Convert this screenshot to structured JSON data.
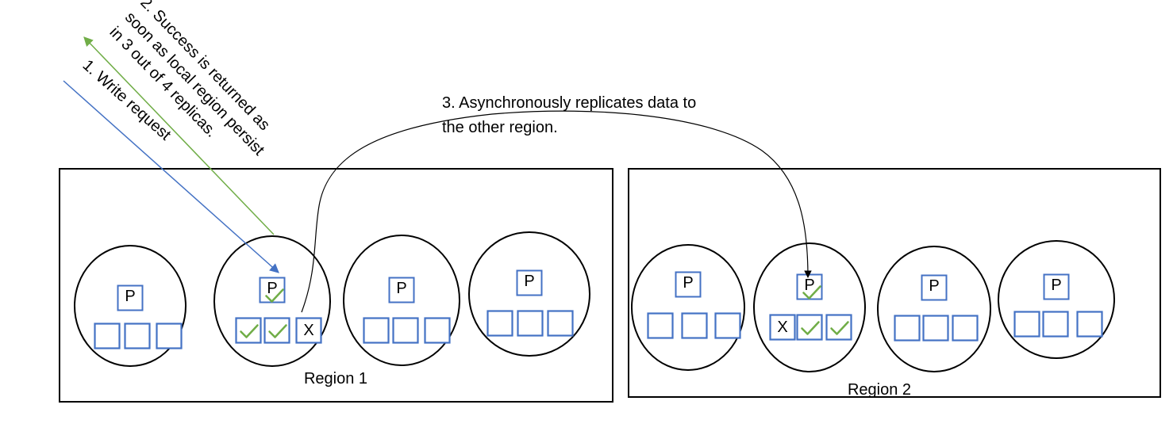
{
  "diagram": {
    "regions": [
      {
        "label": "Region 1",
        "nodes": [
          {
            "primary": "P",
            "primary_checked": false,
            "replicas": [
              {
                "mark": "none"
              },
              {
                "mark": "none"
              },
              {
                "mark": "none"
              }
            ]
          },
          {
            "primary": "P",
            "primary_checked": true,
            "replicas": [
              {
                "mark": "check"
              },
              {
                "mark": "check"
              },
              {
                "mark": "X"
              }
            ]
          },
          {
            "primary": "P",
            "primary_checked": false,
            "replicas": [
              {
                "mark": "none"
              },
              {
                "mark": "none"
              },
              {
                "mark": "none"
              }
            ]
          },
          {
            "primary": "P",
            "primary_checked": false,
            "replicas": [
              {
                "mark": "none"
              },
              {
                "mark": "none"
              },
              {
                "mark": "none"
              }
            ]
          }
        ]
      },
      {
        "label": "Region 2",
        "nodes": [
          {
            "primary": "P",
            "primary_checked": false,
            "replicas": [
              {
                "mark": "none"
              },
              {
                "mark": "none"
              },
              {
                "mark": "none"
              }
            ]
          },
          {
            "primary": "P",
            "primary_checked": true,
            "replicas": [
              {
                "mark": "X"
              },
              {
                "mark": "check"
              },
              {
                "mark": "check"
              }
            ]
          },
          {
            "primary": "P",
            "primary_checked": false,
            "replicas": [
              {
                "mark": "none"
              },
              {
                "mark": "none"
              },
              {
                "mark": "none"
              }
            ]
          },
          {
            "primary": "P",
            "primary_checked": false,
            "replicas": [
              {
                "mark": "none"
              },
              {
                "mark": "none"
              },
              {
                "mark": "none"
              }
            ]
          }
        ]
      }
    ],
    "annotations": {
      "write_request": "1. Write request",
      "success_lines": [
        "2. Success is returned as",
        "soon as local region persist",
        "in 3 out of 4 replicas."
      ],
      "replicate_lines": [
        "3. Asynchronously replicates data to",
        "the other region."
      ]
    },
    "colors": {
      "box_stroke": "#4472c4",
      "check": "#70ad47",
      "write_arrow": "#4472c4",
      "success_arrow": "#70ad47",
      "replicate_arrow": "#000000"
    }
  }
}
